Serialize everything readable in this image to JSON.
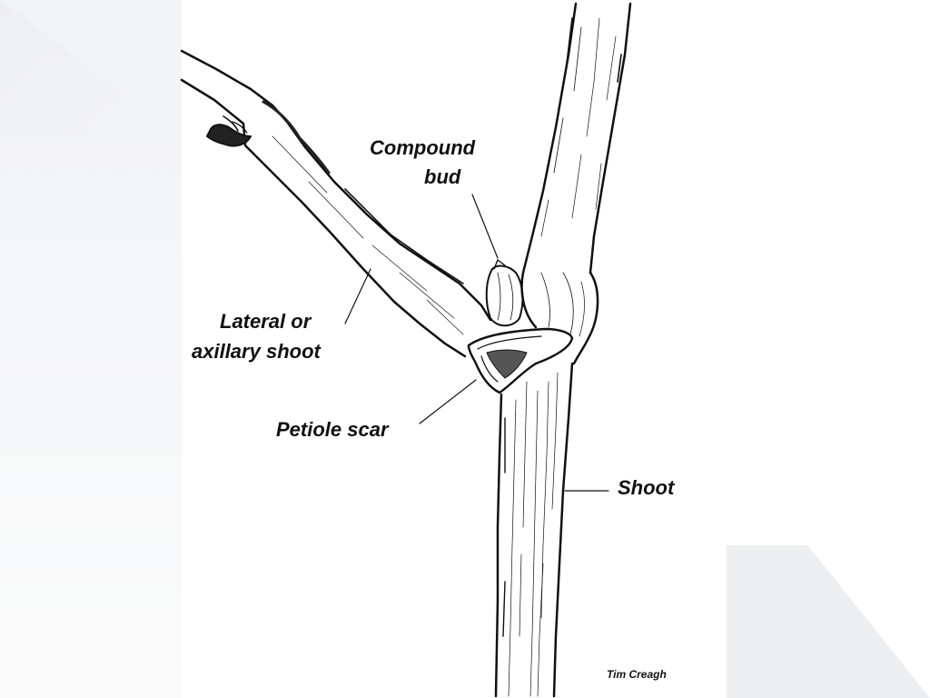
{
  "diagram": {
    "labels": {
      "compound_bud_line1": "Compound",
      "compound_bud_line2": "bud",
      "lateral_line1": "Lateral or",
      "lateral_line2": "axillary shoot",
      "petiole_scar": "Petiole scar",
      "shoot": "Shoot"
    },
    "credit": "Tim Creagh"
  },
  "colors": {
    "ink": "#111111",
    "background": "#ffffff",
    "side_panel": "#f2f3f5"
  }
}
